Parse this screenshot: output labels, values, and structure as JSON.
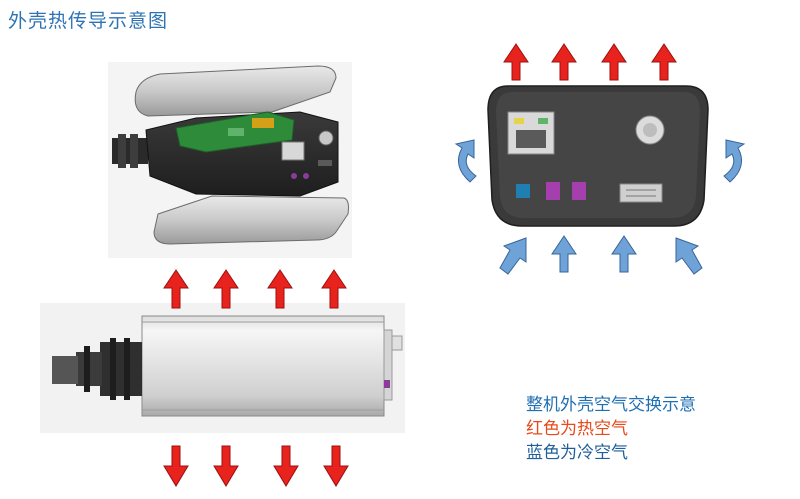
{
  "title": "外壳热传导示意图",
  "legend": {
    "line1": "整机外壳空气交换示意",
    "line2": "红色为热空气",
    "line3": "蓝色为冷空气"
  },
  "colors": {
    "hot_arrow": "#e8221c",
    "cold_arrow": "#6fa3d8",
    "title": "#2e74b5",
    "legend_hot": "#e84a1b",
    "legend_cold": "#1f5f9a",
    "housing": "#333333",
    "pcb": "#2e8b3a"
  }
}
